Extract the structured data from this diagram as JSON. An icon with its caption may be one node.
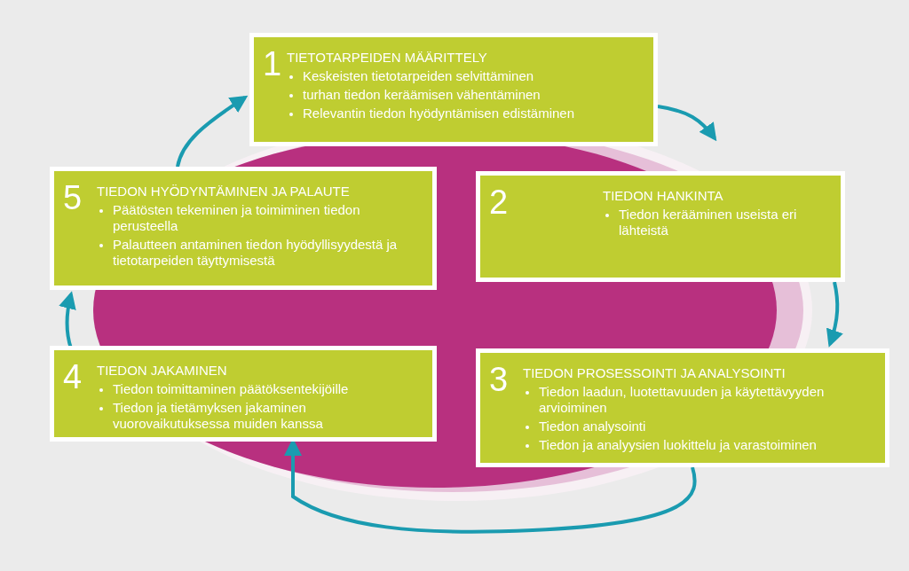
{
  "diagram": {
    "nodes": [
      {
        "text": [
          "1",
          "TIETOTARPEIDEN MÄÄRITTELY",
          "Keskeisten tietotarpeiden selvittäminen",
          "turhan tiedon keräämisen vähentäminen",
          "Relevantin tiedon hyödyntämisen edistäminen"
        ]
      },
      {
        "text": [
          "5",
          "TIEDON HYÖDYNTÄMINEN JA PALAUTE",
          "Päätösten tekeminen ja toimiminen tiedon perusteella",
          "Palautteen antaminen tiedon hyödyllisyydestä ja tietotarpeiden täyttymisestä"
        ]
      },
      {
        "text": [
          "2",
          "TIEDON HANKINTA",
          "Tiedon kerääminen useista eri lähteistä"
        ]
      },
      {
        "text": [
          "4",
          "TIEDON JAKAMINEN",
          "Tiedon toimittaminen päätöksentekijöille",
          "Tiedon ja tietämyksen jakaminen vuorovaikutuksessa muiden kanssa"
        ]
      },
      {
        "text": [
          "3",
          "TIEDON PROSESSOINTI JA ANALYSOINTI",
          "Tiedon laadun, luotettavuuden ja käytettävyyden arvioiminen",
          "Tiedon analysointi",
          "Tiedon ja analyysien luokittelu ja varastoiminen"
        ]
      }
    ],
    "edges": [
      {
        "from": 0,
        "to": 2,
        "arrow": "to"
      },
      {
        "from": 2,
        "to": 4,
        "arrow": "to"
      },
      {
        "from": 4,
        "to": 3,
        "arrow": "to"
      },
      {
        "from": 3,
        "to": 1,
        "arrow": "to"
      },
      {
        "from": 1,
        "to": 0,
        "arrow": "to"
      }
    ]
  }
}
